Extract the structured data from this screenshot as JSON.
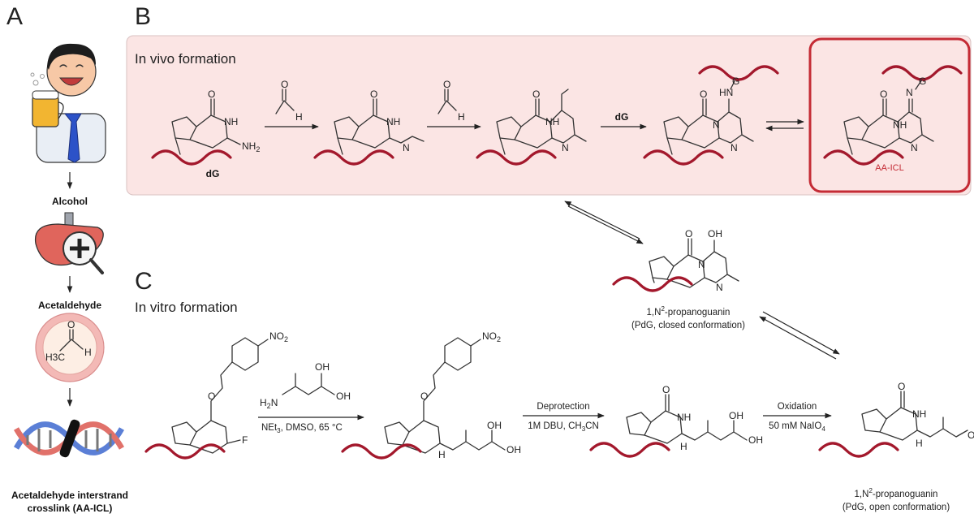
{
  "panelA": {
    "letter": "A",
    "steps": [
      "Alcohol",
      "Acetaldehyde",
      "Acetaldehyde interstrand",
      "crosslink (AA-ICL)"
    ],
    "icons": [
      "drinking-man-icon",
      "liver-magnifier-icon",
      "cell-acetaldehyde-icon",
      "dna-crosslink-icon"
    ],
    "acetaldehyde_atoms": [
      "O",
      "H3C",
      "H"
    ]
  },
  "panelB": {
    "letter": "B",
    "title": "In vivo formation",
    "dG_label": "dG",
    "arrow3_label": "dG",
    "aaicl_label": "AA-ICL",
    "nh2": "NH",
    "nh2_sub": "2",
    "closed_caption_1": "1,N",
    "closed_caption_sup": "2",
    "closed_caption_2": "-propanoguanin",
    "closed_caption_3": "(PdG, closed conformation)",
    "colors": {
      "panel_bg": "#fbe5e4",
      "highlight": "#c42b35",
      "dna": "#a3182c"
    }
  },
  "panelC": {
    "letter": "C",
    "title": "In vitro formation",
    "reagent_amine": "H",
    "reagent_amine_sub": "2",
    "reagent_amine_N": "N",
    "step1_1": "NEt",
    "step1_sub": "3",
    "step1_2": ", DMSO, 65 °C",
    "step2_top": "Deprotection",
    "step2_1": "1M DBU, CH",
    "step2_sub": "3",
    "step2_2": "CN",
    "step3_top": "Oxidation",
    "step3_1": "50 mM NaIO",
    "step3_sub": "4",
    "open_caption_1": "1,N",
    "open_caption_sup": "2",
    "open_caption_2": "-propanoguanin",
    "open_caption_3": "(PdG, open conformation)",
    "no2": "NO",
    "no2_sub": "2",
    "F": "F"
  },
  "atoms": {
    "O": "O",
    "N": "N",
    "H": "H",
    "NH": "NH",
    "HN": "HN",
    "OH": "OH",
    "G": "G"
  }
}
